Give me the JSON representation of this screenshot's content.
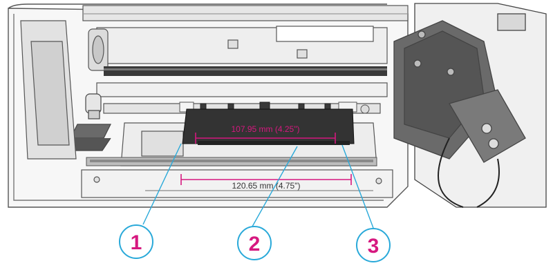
{
  "colors": {
    "accent": "#d6187f",
    "callout": "#29a9d9",
    "line_art": "#555555",
    "paper_card": "#333333"
  },
  "dimensions": {
    "inner_width": "107.95 mm (4.25\")",
    "outer_width": "120.65 mm (4.75\")"
  },
  "callouts": [
    {
      "number": "1"
    },
    {
      "number": "2"
    },
    {
      "number": "3"
    }
  ]
}
